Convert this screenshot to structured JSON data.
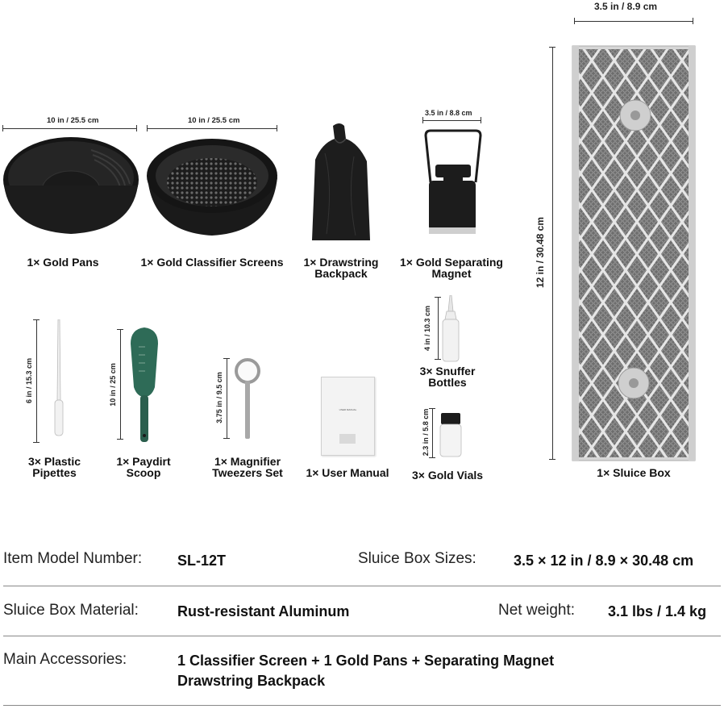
{
  "sluice": {
    "width_label": "3.5 in /  8.9 cm",
    "height_label": "12 in / 30.48 cm",
    "name": "1× Sluice Box"
  },
  "items": {
    "pan": {
      "dim": "10 in / 25.5 cm",
      "name": "1× Gold Pans"
    },
    "classifier": {
      "dim": "10 in / 25.5 cm",
      "name": "1× Gold Classifier Screens"
    },
    "backpack": {
      "name_l1": "1× Drawstring",
      "name_l2": "Backpack"
    },
    "magnet": {
      "dim": "3.5 in / 8.8 cm",
      "name_l1": "1× Gold Separating",
      "name_l2": "Magnet"
    },
    "bottles": {
      "dim": "4 in / 10.3 cm",
      "name_l1": "3× Snuffer",
      "name_l2": "Bottles"
    },
    "pipettes": {
      "dim": "6 in / 15.3 cm",
      "name_l1": "3× Plastic",
      "name_l2": "Pipettes"
    },
    "scoop": {
      "dim": "10 in / 25 cm",
      "name_l1": "1× Paydirt",
      "name_l2": "Scoop"
    },
    "tweezers": {
      "dim": "3.75 in / 9.5 cm",
      "name_l1": "1× Magnifier",
      "name_l2": "Tweezers Set"
    },
    "manual": {
      "name": "1× User Manual",
      "cover_text": "USER MANUAL"
    },
    "vials": {
      "dim": "2.3 in / 5.8 cm",
      "name": "3× Gold Vials"
    }
  },
  "specs": {
    "model_key": "Item Model Number:",
    "model_val": "SL-12T",
    "size_key": "Sluice Box Sizes:",
    "size_val": "3.5 × 12 in / 8.9 × 30.48 cm",
    "material_key": "Sluice Box Material:",
    "material_val": "Rust-resistant Aluminum",
    "weight_key": "Net weight:",
    "weight_val": "3.1 lbs / 1.4 kg",
    "accessories_key": "Main Accessories:",
    "accessories_l1": "1 Classifier Screen + 1 Gold Pans + Separating Magnet",
    "accessories_l2": "Drawstring Backpack"
  },
  "colors": {
    "plastic_black": "#1c1c1c",
    "scoop_green": "#2e6b57",
    "aluminum": "#c8c8c8",
    "divider": "#888888"
  }
}
